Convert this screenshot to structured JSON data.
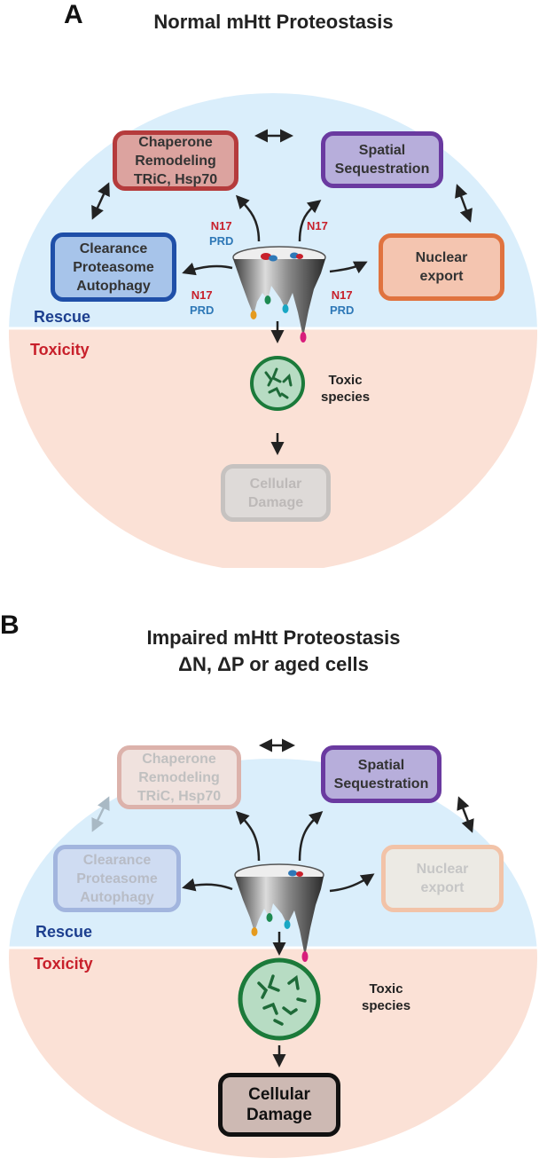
{
  "panel_a": {
    "letter": "A",
    "title": "Normal mHtt Proteostasis",
    "boxes": {
      "chaperone": [
        "Chaperone",
        "Remodeling",
        "TRiC, Hsp70"
      ],
      "spatial": [
        "Spatial",
        "Sequestration"
      ],
      "clearance": [
        "Clearance",
        "Proteasome",
        "Autophagy"
      ],
      "nuclear": [
        "Nuclear",
        "export"
      ],
      "damage": [
        "Cellular",
        "Damage"
      ]
    },
    "motifs": {
      "n17": "N17",
      "prd": "PRD"
    },
    "rescue_label": "Rescue",
    "toxicity_label": "Toxicity",
    "toxic_species": [
      "Toxic",
      "species"
    ]
  },
  "panel_b": {
    "letter": "B",
    "title_line1": "Impaired mHtt Proteostasis",
    "title_line2": "ΔN, ΔP or aged cells",
    "boxes": {
      "chaperone": [
        "Chaperone",
        "Remodeling",
        "TRiC, Hsp70"
      ],
      "spatial": [
        "Spatial",
        "Sequestration"
      ],
      "clearance": [
        "Clearance",
        "Proteasome",
        "Autophagy"
      ],
      "nuclear": [
        "Nuclear",
        "export"
      ],
      "damage": [
        "Cellular",
        "Damage"
      ]
    },
    "rescue_label": "Rescue",
    "toxicity_label": "Toxicity",
    "toxic_species": [
      "Toxic",
      "species"
    ]
  },
  "colors": {
    "rescue_region": "#daeefb",
    "toxicity_region": "#fbe1d6",
    "rescue_text": "#1d3f8f",
    "toxicity_text": "#c8202b",
    "n17": "#c8202b",
    "prd": "#2e78b7",
    "chaperone_fill": "#dca39f",
    "chaperone_border": "#b53b3c",
    "spatial_fill": "#b7aedb",
    "spatial_border": "#6a3aa0",
    "clearance_fill": "#a7c4ea",
    "clearance_border": "#1f4fa8",
    "nuclear_fill": "#f4c5b0",
    "nuclear_border": "#e0733f",
    "toxic_circle_fill": "#b7dcc3",
    "toxic_circle_border": "#1b7a3a",
    "damage_fill": "#cdb9b3",
    "damage_border": "#111111"
  },
  "icons": [
    "energy-landscape-funnel-icon",
    "toxic-species-icon",
    "double-arrow-icon",
    "arrow-icon"
  ]
}
